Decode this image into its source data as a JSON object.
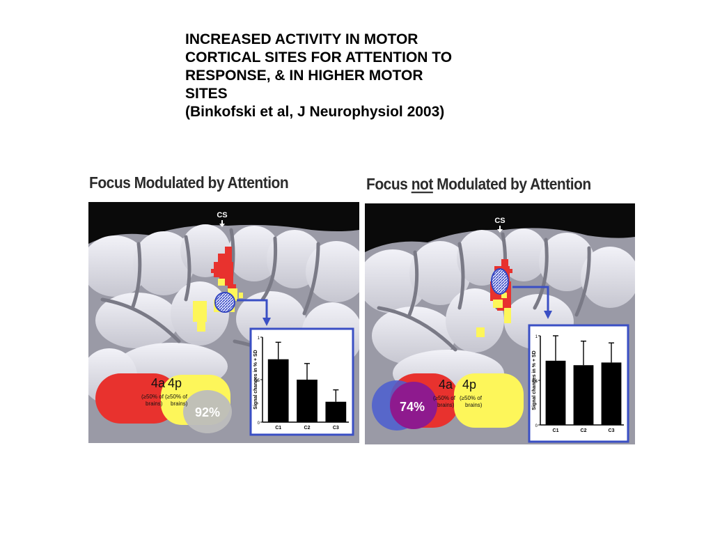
{
  "title": {
    "lines": [
      "INCREASED ACTIVITY IN MOTOR",
      "CORTICAL SITES FOR ATTENTION TO",
      "RESPONSE, & IN HIGHER MOTOR",
      "SITES",
      "(Binkofski et al, J Neurophysiol 2003)"
    ]
  },
  "panels": [
    {
      "heading": "Focus Modulated by Attention",
      "cs_label": "CS",
      "region_4a": {
        "label": "4a",
        "note_line1": "(≥50% of",
        "note_line2": "brains)"
      },
      "region_4p": {
        "label": "4p",
        "note_line1": "(≥50% of",
        "note_line2": "brains)"
      },
      "overlap_pct": "92%"
    },
    {
      "heading_before": "Focus ",
      "heading_underlined": "not",
      "heading_after": " Modulated by Attention",
      "cs_label": "CS",
      "region_4a": {
        "label": "4a",
        "note_line1": "(≥50% of",
        "note_line2": "brains)"
      },
      "region_4p": {
        "label": "4p",
        "note_line1": "(≥50% of",
        "note_line2": "brains)"
      },
      "overlap_pct": "74%"
    }
  ],
  "colors": {
    "red": "#e8322e",
    "yellow": "#fdf65a",
    "blue_accent": "#3a4fc4",
    "purple": "#8e1a8e",
    "gray_overlap": "#bdbdbd"
  },
  "chart_data": [
    {
      "type": "bar",
      "categories": [
        "C1",
        "C2",
        "C3"
      ],
      "values": [
        0.74,
        0.5,
        0.24
      ],
      "errors": [
        0.2,
        0.19,
        0.14
      ],
      "ylabel": "Signal changes in % + SD",
      "yticks": [
        "0",
        "0,5",
        "1"
      ],
      "ylim": [
        0,
        1
      ]
    },
    {
      "type": "bar",
      "categories": [
        "C1",
        "C2",
        "C3"
      ],
      "values": [
        0.72,
        0.67,
        0.7
      ],
      "errors": [
        0.28,
        0.27,
        0.22
      ],
      "ylabel": "Signal changes in % + SD",
      "yticks": [
        "0",
        "0,5",
        "1"
      ],
      "ylim": [
        0,
        1
      ]
    }
  ]
}
